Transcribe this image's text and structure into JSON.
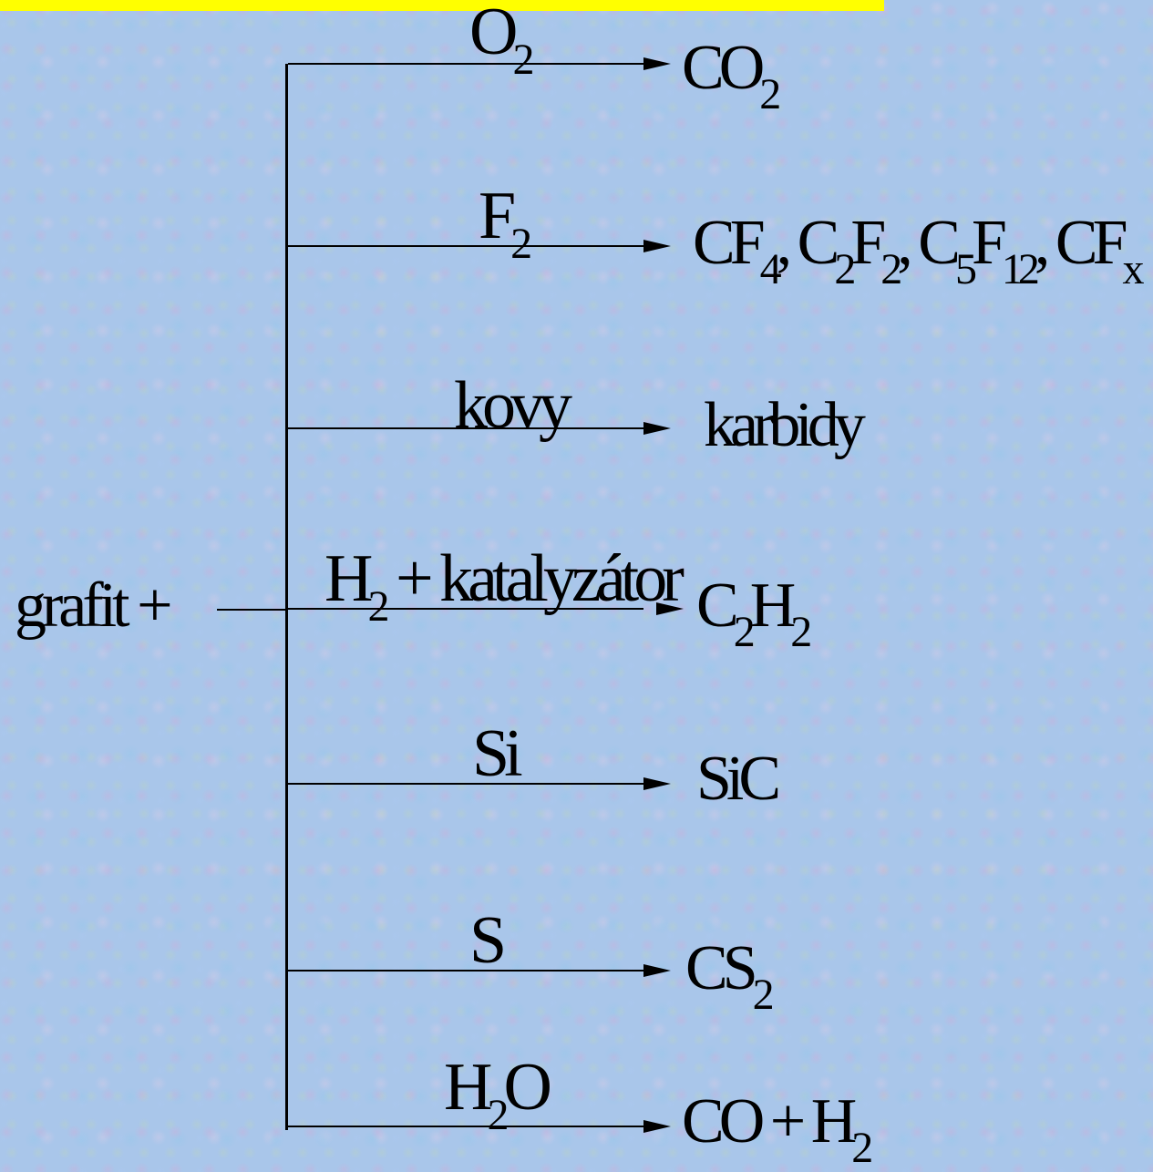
{
  "start": {
    "label": "grafit +"
  },
  "reactions": [
    {
      "reagent": "O",
      "reagent_sub": "2",
      "product_parts": [
        {
          "text": "CO",
          "sub": "2"
        }
      ]
    },
    {
      "reagent": "F",
      "reagent_sub": "2",
      "product_parts": [
        {
          "text": "CF",
          "sub": "4"
        },
        {
          "text": ", C",
          "sub": "2"
        },
        {
          "text": "F",
          "sub": "2"
        },
        {
          "text": ", C",
          "sub": "5"
        },
        {
          "text": "F",
          "sub": "12"
        },
        {
          "text": ", CF",
          "sub": "x"
        }
      ]
    },
    {
      "reagent": "kovy",
      "reagent_sub": "",
      "product_parts": [
        {
          "text": "karbidy",
          "sub": ""
        }
      ]
    },
    {
      "reagent": "H",
      "reagent_sub": "2",
      "reagent_suffix": " + katalyzátor",
      "product_parts": [
        {
          "text": "C",
          "sub": "2"
        },
        {
          "text": "H",
          "sub": "2"
        }
      ]
    },
    {
      "reagent": "Si",
      "reagent_sub": "",
      "product_parts": [
        {
          "text": "SiC",
          "sub": ""
        }
      ]
    },
    {
      "reagent": "S",
      "reagent_sub": "",
      "product_parts": [
        {
          "text": "CS",
          "sub": "2"
        }
      ]
    },
    {
      "reagent": "H",
      "reagent_sub": "2",
      "reagent_suffix": "O",
      "product_parts": [
        {
          "text": "CO + H",
          "sub": "2"
        }
      ]
    }
  ]
}
